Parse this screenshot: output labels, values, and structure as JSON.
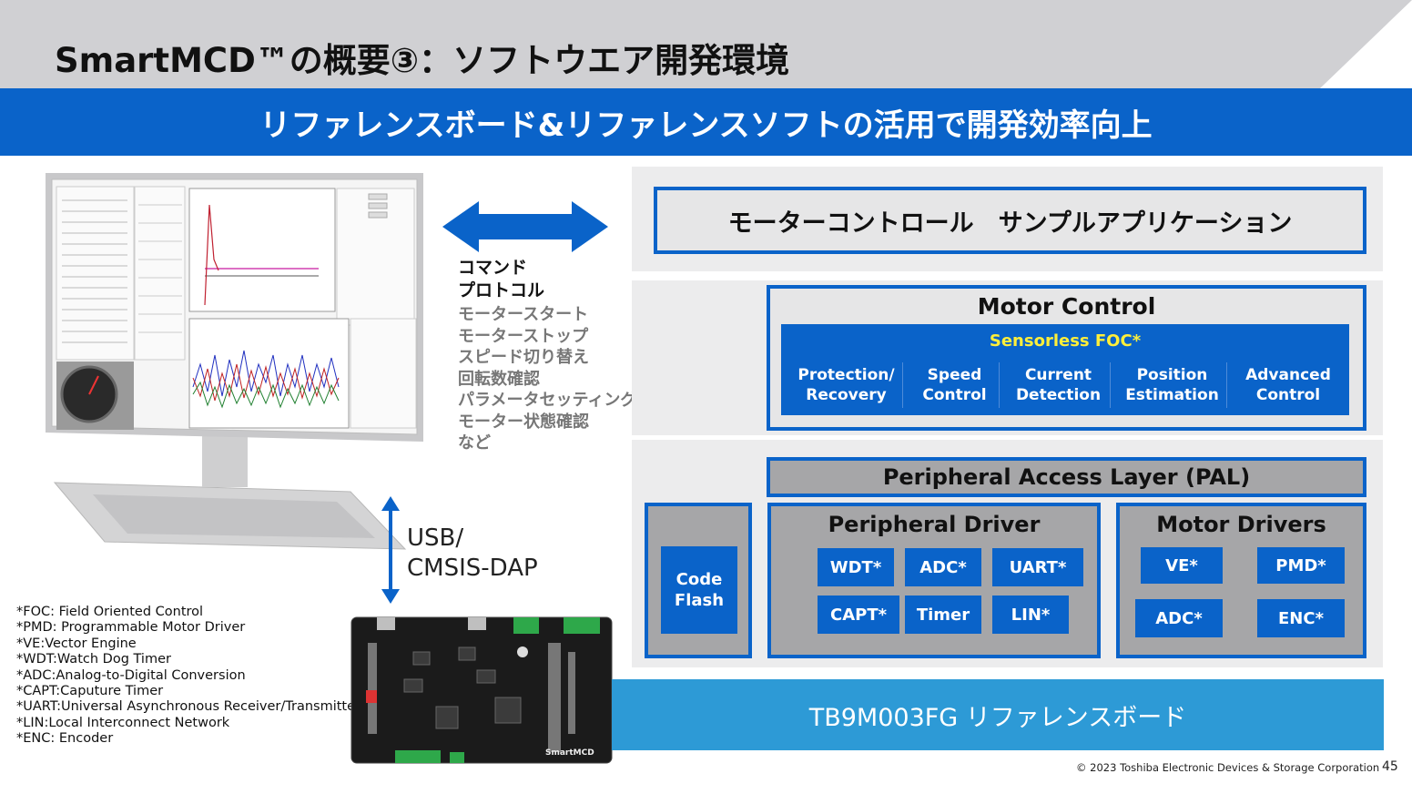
{
  "header": {
    "title": "SmartMCD™の概要③：ソフトウエア開発環境",
    "subtitle": "リファレンスボード&リファレンスソフトの活用で開発効率向上"
  },
  "protocol": {
    "title_line1": "コマンド",
    "title_line2": "プロトコル",
    "items": [
      "モータースタート",
      "モーターストップ",
      "スピード切り替え",
      "回転数確認",
      "パラメータセッティング",
      "モーター状態確認",
      "など"
    ]
  },
  "usb": {
    "line1": "USB/",
    "line2": "CMSIS-DAP"
  },
  "notes": [
    "*FOC: Field Oriented Control",
    "*PMD: Programmable Motor Driver",
    "*VE:Vector Engine",
    "*WDT:Watch Dog Timer",
    "*ADC:Analog-to-Digital Conversion",
    "*CAPT:Caputure Timer",
    "*UART:Universal Asynchronous Receiver/Transmitter",
    "*LIN:Local Interconnect Network",
    "*ENC: Encoder"
  ],
  "board": {
    "label": "SmartMCD"
  },
  "architecture": {
    "app": "モーターコントロール　サンプルアプリケーション",
    "motor_control": {
      "title": "Motor Control",
      "foc_title": "Sensorless FOC*",
      "items": [
        {
          "line1": "Protection/",
          "line2": "Recovery"
        },
        {
          "line1": "Speed",
          "line2": "Control"
        },
        {
          "line1": "Current",
          "line2": "Detection"
        },
        {
          "line1": "Position",
          "line2": "Estimation"
        },
        {
          "line1": "Advanced",
          "line2": "Control"
        }
      ]
    },
    "pal": "Peripheral Access Layer (PAL)",
    "code_flash": {
      "line1": "Code",
      "line2": "Flash"
    },
    "peripheral_driver": {
      "title": "Peripheral Driver",
      "chips": [
        "WDT*",
        "ADC*",
        "UART*",
        "CAPT*",
        "Timer",
        "LIN*"
      ]
    },
    "motor_drivers": {
      "title": "Motor Drivers",
      "chips": [
        "VE*",
        "PMD*",
        "ADC*",
        "ENC*"
      ]
    },
    "reference_board": "TB9M003FG リファレンスボード"
  },
  "footer": {
    "copyright": "© 2023 Toshiba Electronic Devices & Storage Corporation",
    "page": "45"
  },
  "colors": {
    "accent_blue": "#0a63c9",
    "light_blue": "#2d9ad6",
    "panel_grey": "#ececed",
    "block_grey": "#a6a6a8",
    "foc_yellow": "#ffef3a"
  }
}
